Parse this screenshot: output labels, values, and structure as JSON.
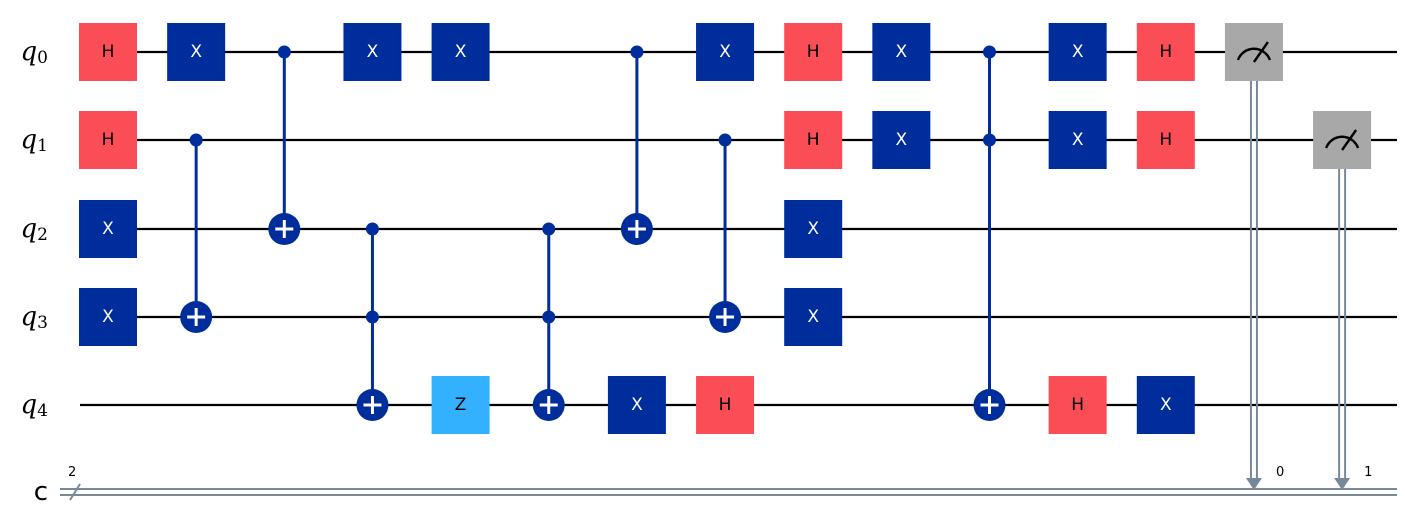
{
  "qubits": [
    {
      "label": "q",
      "sub": "0"
    },
    {
      "label": "q",
      "sub": "1"
    },
    {
      "label": "q",
      "sub": "2"
    },
    {
      "label": "q",
      "sub": "3"
    },
    {
      "label": "q",
      "sub": "4"
    }
  ],
  "classical": {
    "label": "c",
    "width": "2"
  },
  "colors": {
    "H": "#fa4d56",
    "X": "#002d9c",
    "Z": "#33b1ff",
    "measure": "#a8a8a8",
    "control": "#002d9c",
    "classical_wire": "#778899"
  },
  "gates": [
    {
      "col": 0,
      "type": "H",
      "q": 0
    },
    {
      "col": 0,
      "type": "H",
      "q": 1
    },
    {
      "col": 0,
      "type": "X",
      "q": 2
    },
    {
      "col": 0,
      "type": "X",
      "q": 3
    },
    {
      "col": 1,
      "type": "X",
      "q": 0
    },
    {
      "col": 1,
      "type": "CX",
      "controls": [
        1
      ],
      "target": 3
    },
    {
      "col": 2,
      "type": "CX",
      "controls": [
        0
      ],
      "target": 2
    },
    {
      "col": 3,
      "type": "X",
      "q": 0
    },
    {
      "col": 3,
      "type": "CCX",
      "controls": [
        2,
        3
      ],
      "target": 4
    },
    {
      "col": 4,
      "type": "X",
      "q": 0
    },
    {
      "col": 4,
      "type": "Z",
      "q": 4
    },
    {
      "col": 5,
      "type": "CCX",
      "controls": [
        2,
        3
      ],
      "target": 4
    },
    {
      "col": 6,
      "type": "CX",
      "controls": [
        0
      ],
      "target": 2
    },
    {
      "col": 6,
      "type": "X",
      "q": 4
    },
    {
      "col": 7,
      "type": "X",
      "q": 0
    },
    {
      "col": 7,
      "type": "CX",
      "controls": [
        1
      ],
      "target": 3
    },
    {
      "col": 7,
      "type": "H",
      "q": 4
    },
    {
      "col": 8,
      "type": "H",
      "q": 0
    },
    {
      "col": 8,
      "type": "H",
      "q": 1
    },
    {
      "col": 8,
      "type": "X",
      "q": 2
    },
    {
      "col": 8,
      "type": "X",
      "q": 3
    },
    {
      "col": 9,
      "type": "X",
      "q": 0
    },
    {
      "col": 9,
      "type": "X",
      "q": 1
    },
    {
      "col": 10,
      "type": "CCX",
      "controls": [
        0,
        1
      ],
      "target": 4
    },
    {
      "col": 11,
      "type": "X",
      "q": 0
    },
    {
      "col": 11,
      "type": "X",
      "q": 1
    },
    {
      "col": 11,
      "type": "H",
      "q": 4
    },
    {
      "col": 12,
      "type": "H",
      "q": 0
    },
    {
      "col": 12,
      "type": "H",
      "q": 1
    },
    {
      "col": 12,
      "type": "X",
      "q": 4
    },
    {
      "col": 13,
      "type": "MEASURE",
      "q": 0,
      "bit": "0"
    },
    {
      "col": 14,
      "type": "MEASURE",
      "q": 1,
      "bit": "1"
    }
  ]
}
